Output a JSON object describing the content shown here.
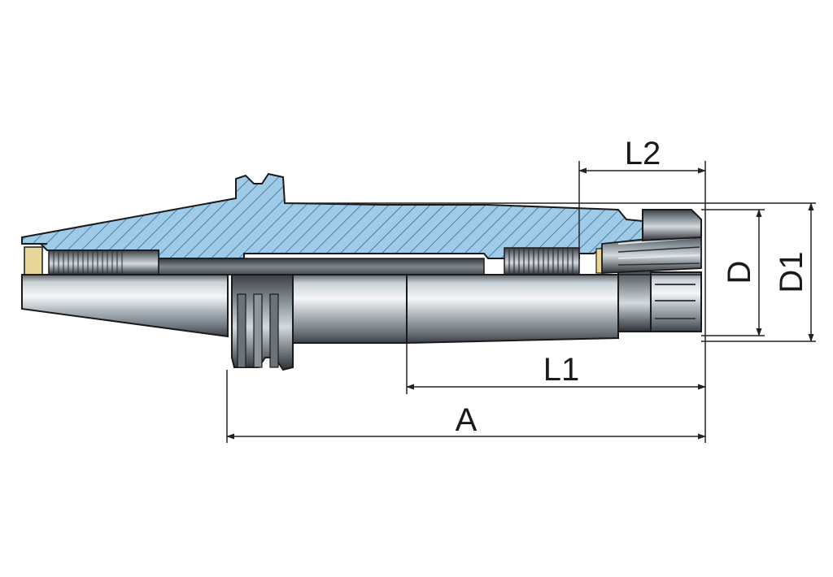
{
  "dimensions": {
    "L2": "L2",
    "L1": "L1",
    "A": "A",
    "D": "D",
    "D1": "D1"
  },
  "colors": {
    "section_fill": "#9fcbe8",
    "hatch": "#2f5f86",
    "steel_light": "#e9eef2",
    "steel_mid": "#9aa5ad",
    "steel_dark": "#3d4247",
    "outline": "#1a1a1a",
    "dim_line": "#222222",
    "brass": "#e9d79a"
  }
}
